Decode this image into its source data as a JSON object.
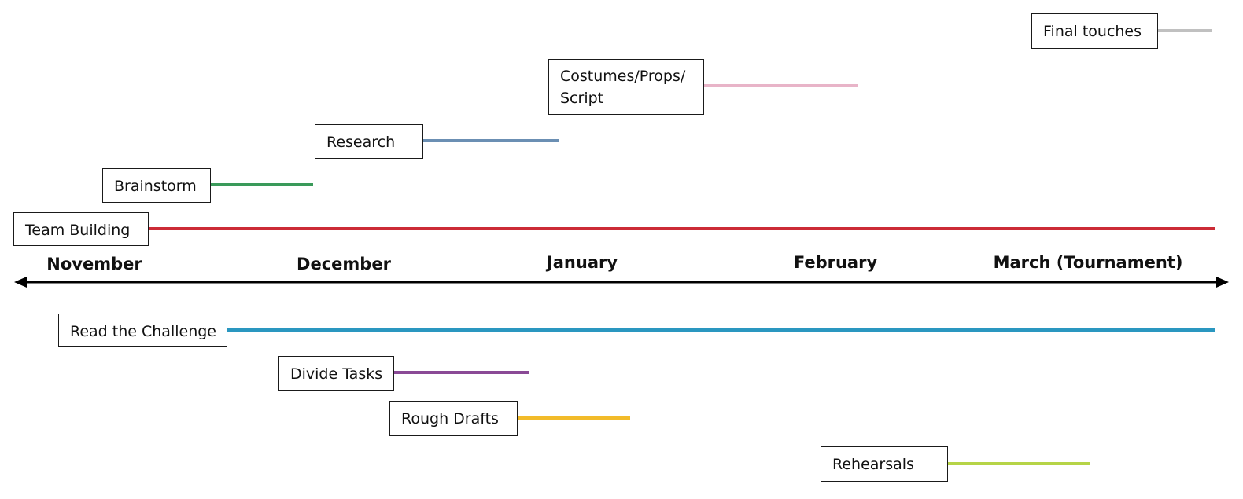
{
  "months": {
    "november": "November",
    "december": "December",
    "january": "January",
    "february": "February",
    "march": "March (Tournament)"
  },
  "tasks": {
    "final_touches": {
      "label": "Final touches",
      "color": "#c0c0c0"
    },
    "costumes": {
      "label": "Costumes/Props/ Script",
      "color": "#e8b4c8"
    },
    "research": {
      "label": "Research",
      "color": "#6b8fb3"
    },
    "brainstorm": {
      "label": "Brainstorm",
      "color": "#3a9a5a"
    },
    "team_building": {
      "label": "Team Building",
      "color": "#cc2b36"
    },
    "read_challenge": {
      "label": "Read the Challenge",
      "color": "#2a97c0"
    },
    "divide_tasks": {
      "label": "Divide Tasks",
      "color": "#8a4a96"
    },
    "rough_drafts": {
      "label": "Rough Drafts",
      "color": "#f2bb2a"
    },
    "rehearsals": {
      "label": "Rehearsals",
      "color": "#b6d447"
    }
  },
  "axis_color": "#000000"
}
